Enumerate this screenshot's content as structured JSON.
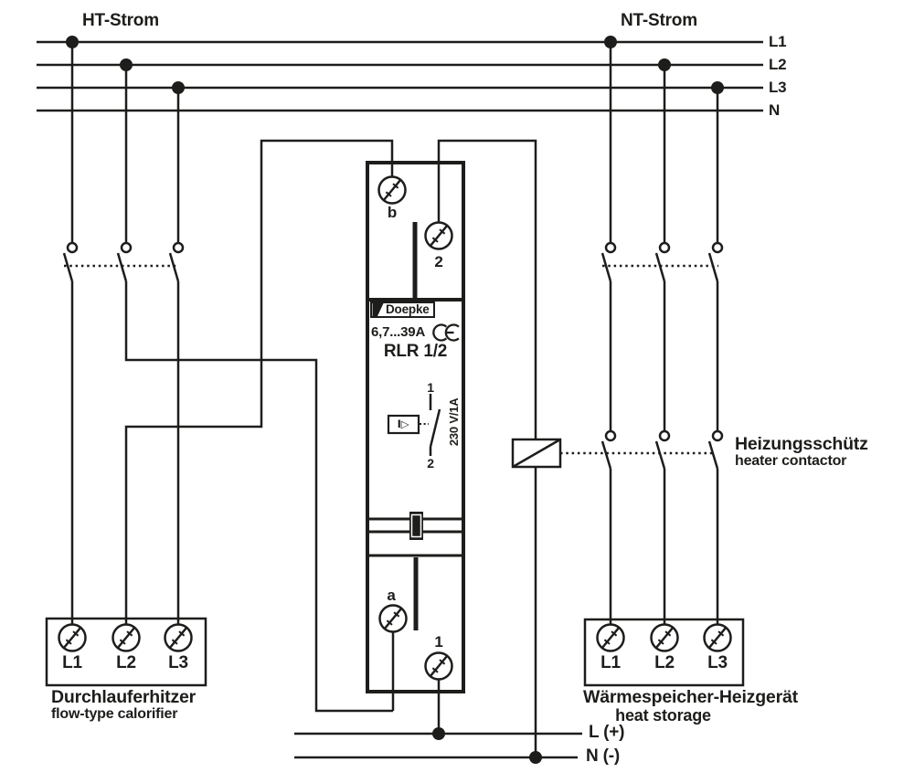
{
  "colors": {
    "ink": "#1d1d1b",
    "background": "#ffffff"
  },
  "top": {
    "ht_label": "HT-Strom",
    "nt_label": "NT-Strom",
    "bus_labels": [
      "L1",
      "L2",
      "L3",
      "N"
    ]
  },
  "device": {
    "brand": "Doepke",
    "rating": "6,7...39A",
    "ce_mark": "CE",
    "model": "RLR 1/2",
    "terminal_b": "b",
    "terminal_2": "2",
    "terminal_a": "a",
    "terminal_1": "1",
    "contact_pin_top": "1",
    "contact_pin_bottom": "2",
    "contact_rating": "230 V/1A",
    "current_sensor_symbol": "I▷"
  },
  "contactor": {
    "label_de": "Heizungsschütz",
    "label_en": "heater contactor"
  },
  "left_load": {
    "label_de": "Durchlauferhitzer",
    "label_en": "flow-type calorifier",
    "terminals": [
      "L1",
      "L2",
      "L3"
    ]
  },
  "right_load": {
    "label_de": "Wärmespeicher-Heizgerät",
    "label_en": "heat storage",
    "terminals": [
      "L1",
      "L2",
      "L3"
    ]
  },
  "bottom": {
    "l_label": "L (+)",
    "n_label": "N (-)"
  }
}
